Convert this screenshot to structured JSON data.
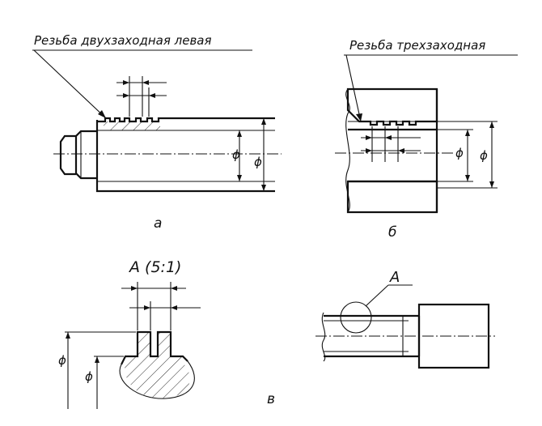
{
  "labels": {
    "thread_double_left": "Резьба двухзаходная левая",
    "thread_triple": "Резьба трехзаходная",
    "caption_a": "а",
    "caption_b": "б",
    "caption_v": "в",
    "detail_title": "A (5:1)",
    "detail_callout": "A",
    "diameter_symbol": "ϕ"
  },
  "colors": {
    "ink": "#111111",
    "paper": "#ffffff"
  }
}
